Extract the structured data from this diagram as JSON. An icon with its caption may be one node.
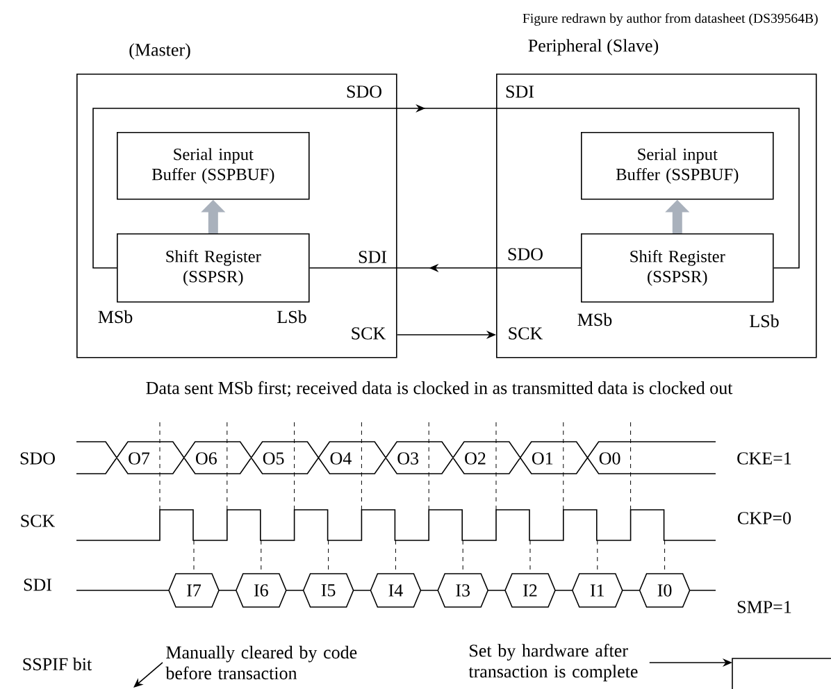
{
  "diagram": {
    "nodes": [
      {
        "text": [
          "(Master)",
          "SDO",
          "SDI",
          "SCK"
        ]
      },
      {
        "text": [
          "Serial input Buffer (SSPBUF)"
        ],
        "in": 0
      },
      {
        "text": [
          "Shift Register (SSPSR)"
        ],
        "in": 0,
        "beside": [
          "MSb",
          "LSb"
        ]
      },
      {
        "text": [
          "Peripheral (Slave)",
          "SDI",
          "SDO",
          "SCK"
        ]
      },
      {
        "text": [
          "Serial input Buffer (SSPBUF)"
        ],
        "in": 3
      },
      {
        "text": [
          "Shift Register (SSPSR)"
        ],
        "in": 3,
        "beside": [
          "MSb",
          "LSb"
        ]
      },
      {
        "text": [
          "Manually cleared by code before transaction"
        ]
      },
      {
        "text": [
          "Set by hardware after transaction is complete"
        ]
      },
      {
        "text": [],
        "shape": "picture"
      }
    ],
    "edges": [
      {
        "from": 2,
        "to": 1,
        "arrow": "to",
        "style": "thick",
        "color": "#a9b1bc"
      },
      {
        "from": 5,
        "to": 4,
        "arrow": "to",
        "style": "thick",
        "color": "#a9b1bc"
      },
      {
        "from": 2,
        "to": 5,
        "arrow": "to"
      },
      {
        "from": 5,
        "to": 2,
        "arrow": "to"
      },
      {
        "from": 0,
        "to": 3,
        "arrow": "to"
      },
      {
        "from": 6,
        "to": null,
        "arrow": "to"
      },
      {
        "from": 7,
        "to": 8,
        "arrow": "to"
      }
    ],
    "labels": [
      "Figure redrawn by author from datasheet (DS39564B)",
      "Data sent MSb first; received data is clocked in as transmitted data is clocked out",
      "SDO",
      "O7",
      "O6",
      "O5",
      "O4",
      "O3",
      "O2",
      "O1",
      "O0",
      "CKE=1",
      "SCK",
      "CKP=0",
      "SDI",
      "I7",
      "I6",
      "I5",
      "I4",
      "I3",
      "I2",
      "I1",
      "I0",
      "SMP=1",
      "SSPIF bit"
    ]
  }
}
